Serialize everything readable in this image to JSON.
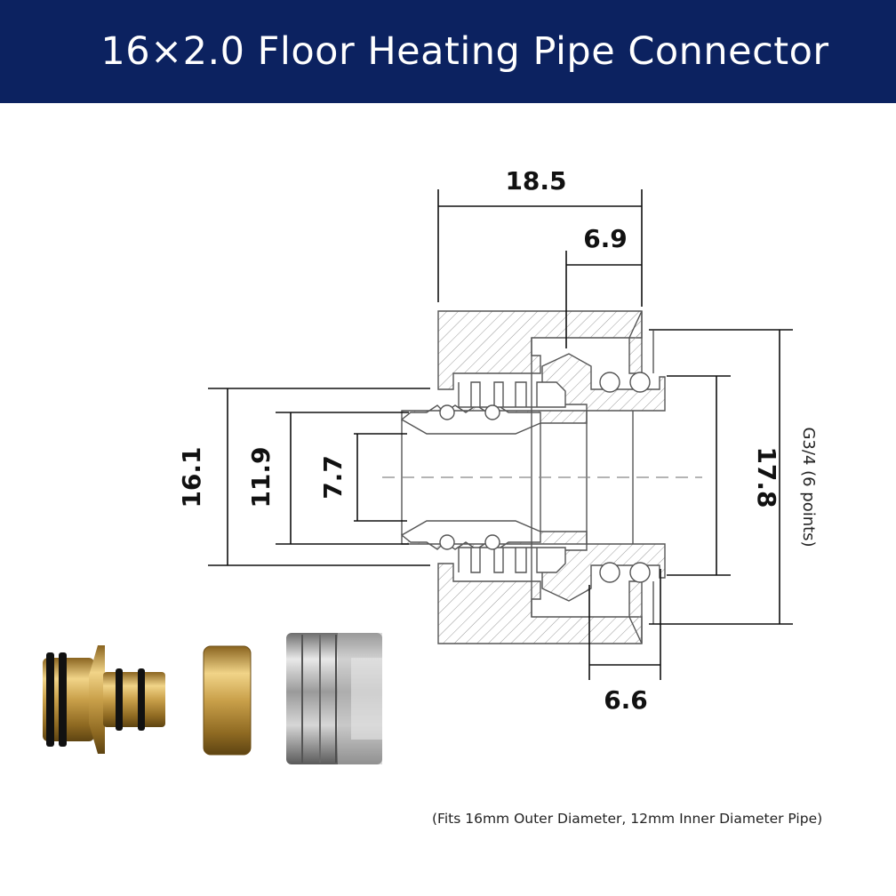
{
  "header": {
    "title": "16×2.0 Floor Heating Pipe Connector",
    "background_color": "#0c2260"
  },
  "drawing": {
    "dimensions": {
      "overall_length": "18.5",
      "nut_thread_depth": "6.9",
      "sleeve_length": "6.6",
      "pipe_outer": "16.1",
      "pipe_inner": "11.9",
      "bore": "7.7",
      "seat_diameter": "17.8"
    },
    "thread_label": "G3/4 (6 points)"
  },
  "products": [
    {
      "name": "insert-fitting",
      "color": "#c9a04a"
    },
    {
      "name": "brass-sleeve",
      "color": "#d2a94e"
    },
    {
      "name": "nickel-nut",
      "color": "#a8a8a8"
    }
  ],
  "footer": {
    "caption": "(Fits 16mm Outer Diameter, 12mm Inner Diameter Pipe)"
  }
}
